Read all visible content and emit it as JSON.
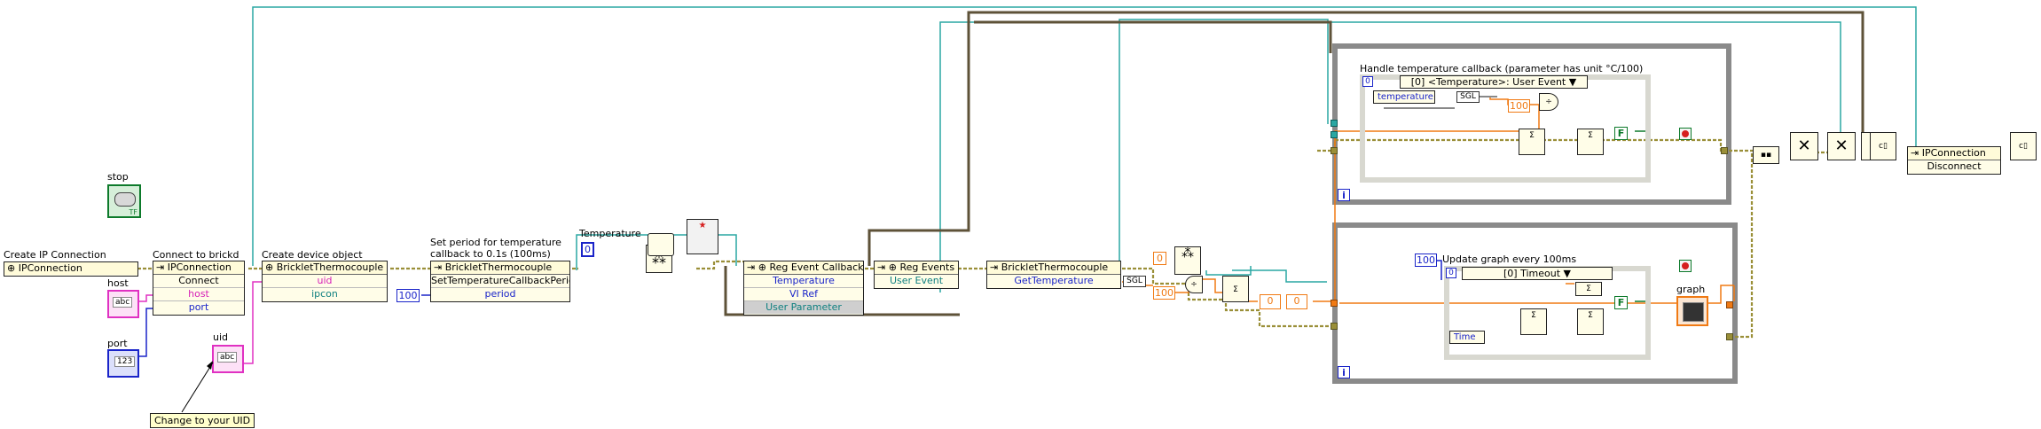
{
  "labels": {
    "stop": "stop",
    "create_ip": "Create IP Connection",
    "connect_brickd": "Connect to brickd",
    "create_device": "Create device object",
    "set_period_l1": "Set period for temperature",
    "set_period_l2": "callback to 0.1s (100ms)",
    "temperature": "Temperature",
    "host": "host",
    "port": "port",
    "uid": "uid",
    "change_uid": "Change to your UID",
    "handle_temp": "Handle temperature callback (parameter has unit °C/100)",
    "update_graph": "Update graph every 100ms",
    "graph": "graph"
  },
  "nodes": {
    "ipconn_create": "IPConnection",
    "ipconn_connect": {
      "title": "IPConnection",
      "rows": [
        "Connect",
        "host",
        "port"
      ]
    },
    "thermo_create": {
      "title": "BrickletThermocouple",
      "rows": [
        "uid",
        "ipcon"
      ]
    },
    "thermo_set_period": {
      "title": "BrickletThermocouple",
      "rows": [
        "SetTemperatureCallbackPeriod",
        "period"
      ]
    },
    "reg_event_callback": {
      "title": "Reg Event Callback",
      "rows": [
        "Temperature",
        "VI Ref",
        "User Parameter"
      ]
    },
    "reg_events": {
      "title": "Reg Events",
      "rows": [
        "User Event"
      ]
    },
    "thermo_get": {
      "title": "BrickletThermocouple",
      "rows": [
        "GetTemperature"
      ]
    },
    "ipconn_disconnect": {
      "title": "IPConnection",
      "rows": [
        "Disconnect"
      ]
    },
    "event_case_top": "[0] <Temperature>: User Event",
    "event_case_bottom": "[0] Timeout",
    "temperature_field": "temperature",
    "time_field": "Time"
  },
  "constants": {
    "period_100": "100",
    "temp_zero": "0",
    "const_0_left": "0",
    "const_100_mid": "100",
    "const_100_divisor": "100",
    "timeout_100": "100",
    "sgl1": "SGL",
    "sgl2": "SGL",
    "arr_0a": "0",
    "arr_0b": "0",
    "loop_index_top": "i",
    "loop_index_bottom": "i",
    "frame_top": "0",
    "frame_bottom": "0",
    "false_top": "F",
    "false_bottom": "F",
    "abc": "abc",
    "num123": "123",
    "tf": "TF"
  },
  "colors": {
    "refnum": "#1f9a97",
    "error": "#8f8a33",
    "string": "#e031c2",
    "numeric_int": "#1a24c9",
    "numeric_dbl": "#f07a14",
    "boolean": "#0d7a2b",
    "struct": "#7a7a7a",
    "event_ref": "#6b5a2a",
    "node_bg": "#fffde8"
  }
}
